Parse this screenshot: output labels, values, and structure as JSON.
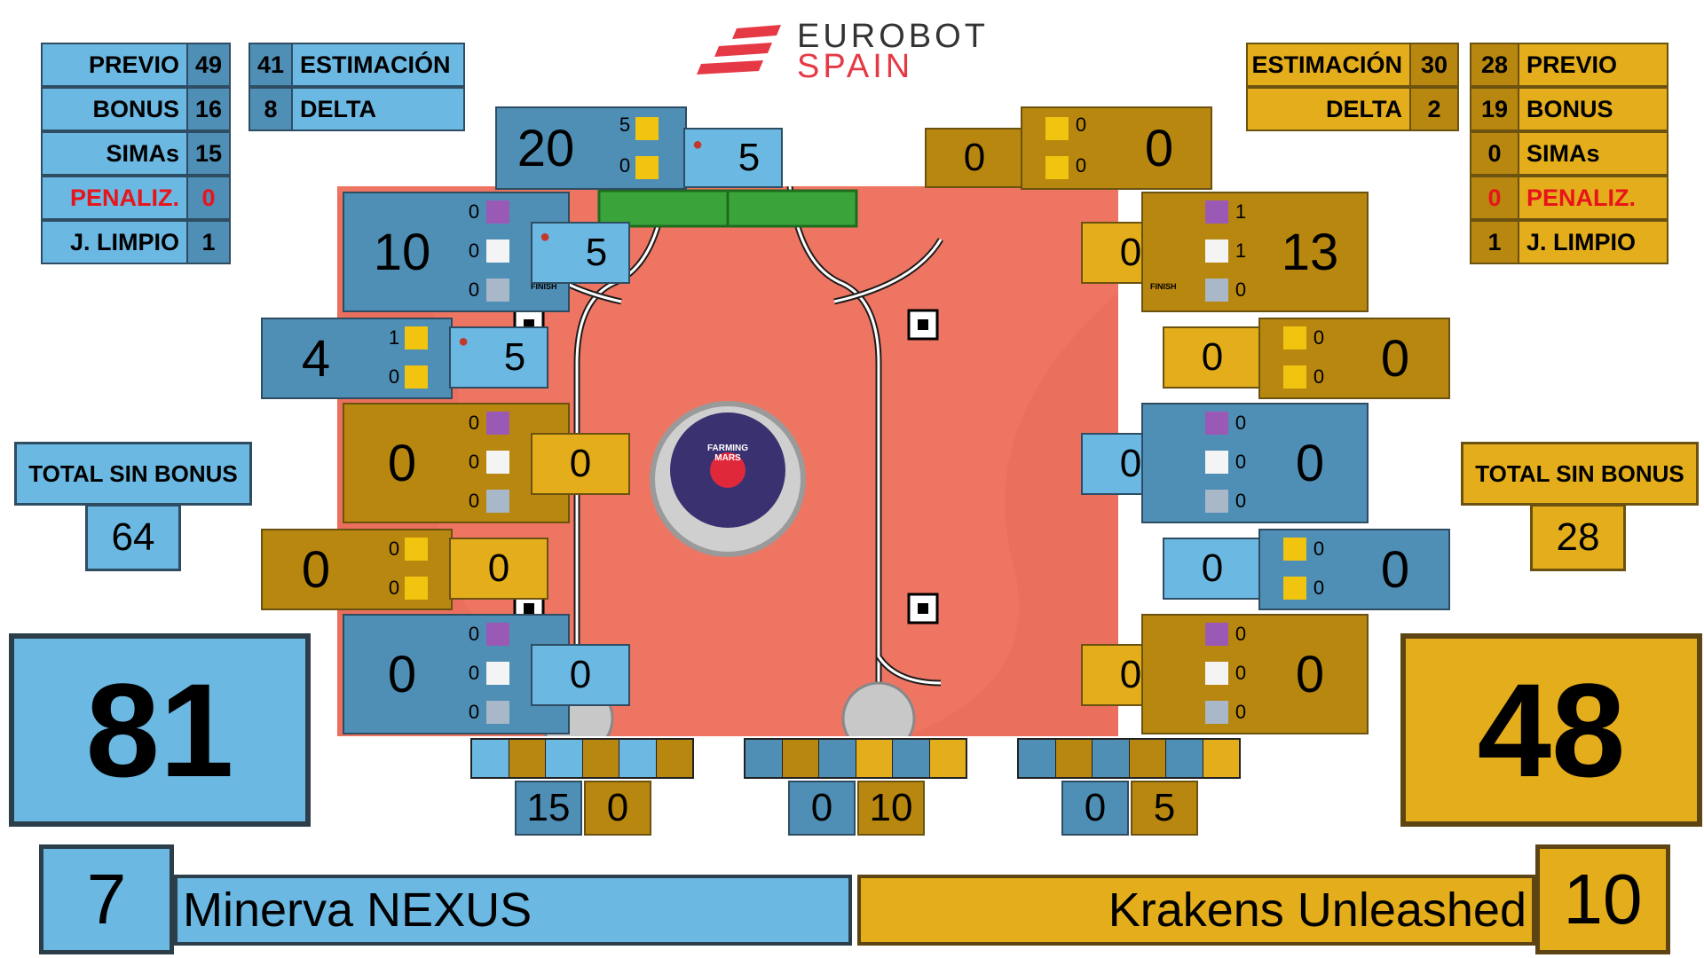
{
  "logo": {
    "line1": "EUROBOT",
    "line2": "SPAIN"
  },
  "blue": {
    "stats_left": [
      {
        "label": "PREVIO",
        "value": "49"
      },
      {
        "label": "BONUS",
        "value": "16"
      },
      {
        "label": "SIMAs",
        "value": "15"
      },
      {
        "label": "PENALIZ.",
        "value": "0"
      },
      {
        "label": "J. LIMPIO",
        "value": "1"
      }
    ],
    "stats_right": [
      {
        "label": "ESTIMACIÓN",
        "value": "41"
      },
      {
        "label": "DELTA",
        "value": "8"
      }
    ],
    "total_sin_bonus_label": "TOTAL SIN BONUS",
    "total_sin_bonus": "64",
    "score": "81",
    "team_number": "7",
    "team_name": "Minerva NEXUS"
  },
  "yellow": {
    "stats_left": [
      {
        "label": "ESTIMACIÓN",
        "value": "30"
      },
      {
        "label": "DELTA",
        "value": "2"
      }
    ],
    "stats_right": [
      {
        "label": "PREVIO",
        "value": "28"
      },
      {
        "label": "BONUS",
        "value": "19"
      },
      {
        "label": "SIMAs",
        "value": "0"
      },
      {
        "label": "PENALIZ.",
        "value": "0"
      },
      {
        "label": "J. LIMPIO",
        "value": "1"
      }
    ],
    "total_sin_bonus_label": "TOTAL SIN BONUS",
    "total_sin_bonus": "28",
    "score": "48",
    "team_number": "10",
    "team_name": "Krakens Unleashed"
  },
  "zones": {
    "top_blue": {
      "total": "20",
      "c1": "5",
      "c2": "0",
      "lady": "5"
    },
    "top_yellow": {
      "total": "0",
      "c1": "0",
      "c2": "0",
      "lady": "0"
    },
    "bl1": {
      "total": "10",
      "c1": "0",
      "c2": "0",
      "c3": "0",
      "lady": "5",
      "finish": "FINISH"
    },
    "bl2": {
      "total": "4",
      "c1": "1",
      "c2": "0",
      "lady": "5"
    },
    "bl3": {
      "total": "0",
      "c1": "0",
      "c2": "0",
      "c3": "0",
      "side": "0"
    },
    "bl4": {
      "total": "0",
      "c1": "0",
      "c2": "0",
      "side": "0"
    },
    "bl5": {
      "total": "0",
      "c1": "0",
      "c2": "0",
      "c3": "0",
      "side": "0"
    },
    "yr1": {
      "total": "13",
      "c1": "1",
      "c2": "1",
      "c3": "0",
      "side": "0",
      "finish": "FINISH"
    },
    "yr2": {
      "total": "0",
      "c1": "0",
      "c2": "0",
      "side": "0"
    },
    "yr3": {
      "total": "0",
      "c1": "0",
      "c2": "0",
      "c3": "0",
      "side": "0"
    },
    "yr4": {
      "total": "0",
      "c1": "0",
      "c2": "0",
      "side": "0"
    },
    "yr5": {
      "total": "0",
      "c1": "0",
      "c2": "0",
      "c3": "0",
      "side": "0"
    }
  },
  "solar": [
    {
      "blue": "15",
      "yellow": "0"
    },
    {
      "blue": "0",
      "yellow": "10"
    },
    {
      "blue": "0",
      "yellow": "5"
    }
  ],
  "center_badge": {
    "line1": "FARMING",
    "line2": "MARS"
  },
  "colors": {
    "blue": "#6bb8e2",
    "blue_dark": "#4f8eb5",
    "yellow": "#e3ad1c",
    "yellow_dark": "#b8870f",
    "field": "#f07a66",
    "penal": "#e8141b"
  }
}
